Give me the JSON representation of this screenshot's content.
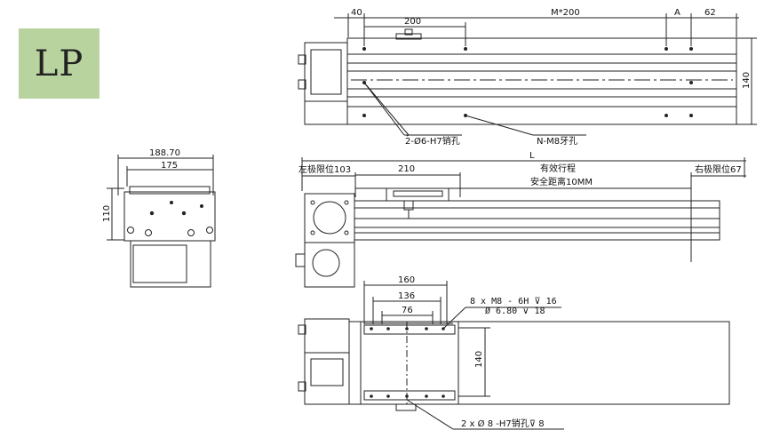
{
  "badge": {
    "label": "LP"
  },
  "top_view": {
    "dims": {
      "d40": "40",
      "d200": "200",
      "m200": "M*200",
      "a": "A",
      "d62": "62",
      "d140": "140"
    },
    "callouts": {
      "pin_holes": "2-Ø6-H7销孔",
      "thread_holes": "N-M8牙孔"
    }
  },
  "side_view": {
    "dims": {
      "w188": "188.70",
      "w175": "175",
      "h110": "110"
    }
  },
  "front_view": {
    "dims": {
      "left_limit": "左极限位103",
      "d210": "210",
      "total": "L",
      "stroke": "有效行程",
      "safety": "安全距离10MM",
      "right_limit": "右极限位67"
    }
  },
  "bottom_view": {
    "dims": {
      "d160": "160",
      "d136": "136",
      "d76": "76",
      "d140": "140"
    },
    "callouts": {
      "thread_line1": "8 x  M8 - 6H ⊽ 16",
      "thread_line2": "Ø 6.80 ⊽ 18",
      "pin_line": "2 x Ø 8 -H7销孔⊽ 8"
    }
  }
}
